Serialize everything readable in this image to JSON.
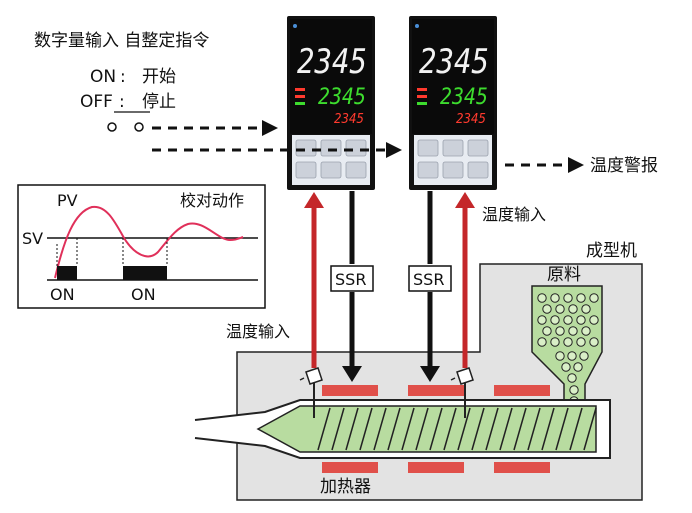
{
  "labels": {
    "digital_input_title": "数字量输入 自整定指令",
    "on_label": "ON",
    "on_action": "开始",
    "off_label": "OFF",
    "off_action": "停止",
    "temp_alarm": "温度警报",
    "temp_input_right": "温度输入",
    "temp_input_left": "温度输入",
    "molding_machine": "成型机",
    "raw_material": "原料",
    "heater": "加热器",
    "ssr_left": "SSR",
    "ssr_right": "SSR"
  },
  "chart": {
    "pv": "PV",
    "sv": "SV",
    "title": "校对动作",
    "on1": "ON",
    "on2": "ON"
  },
  "controllers": [
    {
      "pv": "2345",
      "sv": "2345",
      "small": "2345"
    },
    {
      "pv": "2345",
      "sv": "2345",
      "small": "2345"
    }
  ],
  "colors": {
    "machine_fill": "#e3e3e3",
    "barrel_fill": "#b8dca0",
    "heater": "#e0504a",
    "red_line": "#c4272a",
    "pv_curve": "#e0305a",
    "seg_white": "#f2f2f2",
    "seg_green": "#3ddc2e",
    "seg_red": "#ff3a2e"
  }
}
